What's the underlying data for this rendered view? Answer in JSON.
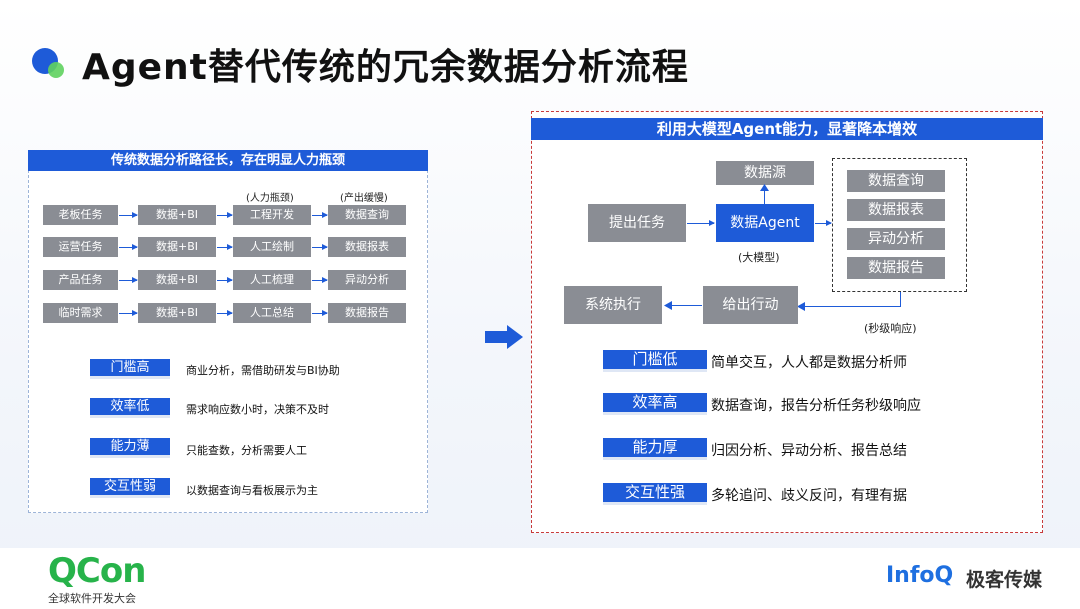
{
  "title": "Agent替代传统的冗余数据分析流程",
  "left": {
    "header": "传统数据分析路径长，存在明显人力瓶颈",
    "col_notes": [
      "(人力瓶颈)",
      "(产出缓慢)"
    ],
    "rows": [
      [
        "老板任务",
        "数据+BI",
        "工程开发",
        "数据查询"
      ],
      [
        "运营任务",
        "数据+BI",
        "人工绘制",
        "数据报表"
      ],
      [
        "产品任务",
        "数据+BI",
        "人工梳理",
        "异动分析"
      ],
      [
        "临时需求",
        "数据+BI",
        "人工总结",
        "数据报告"
      ]
    ],
    "points": [
      {
        "tag": "门槛高",
        "desc": "商业分析，需借助研发与BI协助"
      },
      {
        "tag": "效率低",
        "desc": "需求响应数小时，决策不及时"
      },
      {
        "tag": "能力薄",
        "desc": "只能查数，分析需要人工"
      },
      {
        "tag": "交互性弱",
        "desc": "以数据查询与看板展示为主"
      }
    ]
  },
  "right": {
    "header": "利用大模型Agent能力，显著降本增效",
    "source": "数据源",
    "task": "提出任务",
    "agent": "数据Agent",
    "agent_note": "(大模型)",
    "outputs": [
      "数据查询",
      "数据报表",
      "异动分析",
      "数据报告"
    ],
    "action": "给出行动",
    "execute": "系统执行",
    "response_note": "(秒级响应)",
    "points": [
      {
        "tag": "门槛低",
        "desc": "简单交互，人人都是数据分析师"
      },
      {
        "tag": "效率高",
        "desc": "数据查询，报告分析任务秒级响应"
      },
      {
        "tag": "能力厚",
        "desc": "归因分析、异动分析、报告总结"
      },
      {
        "tag": "交互性强",
        "desc": "多轮追问、歧义反问，有理有据"
      }
    ]
  },
  "footer": {
    "qcon": "QCon",
    "qcon_sub": "全球软件开发大会",
    "infoq": "InfoQ",
    "geek": "极客传媒"
  },
  "colors": {
    "accent": "#1e5bd8",
    "gray_box": "#8a8d94",
    "red_dash": "#c83a3a",
    "qcon_green": "#27b34a"
  }
}
